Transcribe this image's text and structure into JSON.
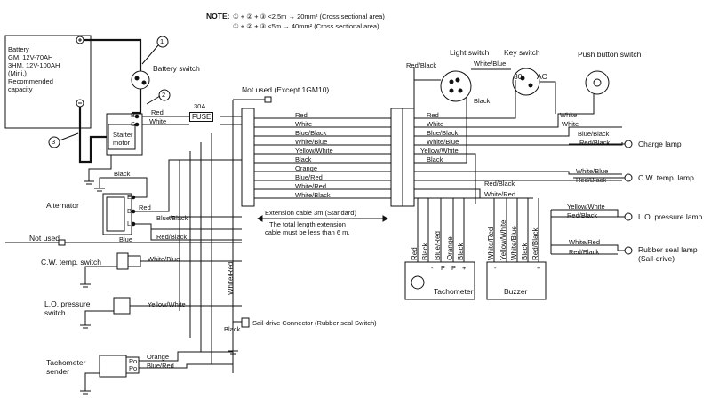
{
  "note": {
    "label": "NOTE:",
    "line1": "① + ② + ③ <2.5m → 20mm²   (Cross sectional area)",
    "line2": "① + ② + ③ <5m → 40mm²   (Cross sectional area)"
  },
  "left": {
    "battery_lines": [
      "Battery",
      "GM, 12V-70AH",
      "3HM, 12V-100AH",
      "(Mini.)",
      "Recommended",
      "capacity"
    ],
    "battery_switch": "Battery switch",
    "circle1": "1",
    "circle2": "2",
    "circle3": "3",
    "starter_lines": [
      "Starter",
      "motor"
    ],
    "starter_b": "B",
    "starter_s": "S",
    "alternator": "Alternator",
    "alt_e": "E",
    "alt_b": "B",
    "alt_l": "L",
    "not_used": "Not used",
    "cw_switch": "C.W. temp. switch",
    "lo_switch_lines": [
      "L.O. pressure",
      "switch"
    ],
    "tach_sender_lines": [
      "Tachometer",
      "sender"
    ],
    "po1": "Po",
    "po2": "Po",
    "fuse_amp": "30A",
    "fuse": "FUSE",
    "not_used_top": "Not used (Except 1GM10)",
    "saildrive": "Sail-drive Connector (Rubber seal Switch)",
    "extension_line1": "Extension cable 3m (Standard)",
    "extension_line2": "The total length extension",
    "extension_line3": "cable must be less than 6 m."
  },
  "wires_left": {
    "red_bs": "Red",
    "white_bs": "White",
    "black_starter": "Black",
    "red_alt": "Red",
    "blue_black_alt": "Blue/Black",
    "red_black_alt": "Red/Black",
    "blue_alt": "Blue",
    "white_blue_cw": "White/Blue",
    "yellow_white_lo": "Yellow/White",
    "orange_tach": "Orange",
    "blue_red_tach": "Blue/Red",
    "white_red_vert": "White/Red",
    "black_sail": "Black"
  },
  "harness": [
    "Red",
    "White",
    "Blue/Black",
    "White/Blue",
    "Yellow/White",
    "Black",
    "Orange",
    "Blue/Red",
    "White/Red",
    "White/Black"
  ],
  "right": {
    "light_switch": "Light switch",
    "key_switch": "Key switch",
    "push_button": "Push button switch",
    "key_30": "30",
    "key_ac": "AC",
    "red_black_top": "Red/Black",
    "white_blue_top": "White/Blue",
    "black_light": "Black",
    "h_red": "Red",
    "h_white": "White",
    "h_blue_black": "Blue/Black",
    "h_white_blue": "White/Blue",
    "h_yellow_white": "Yellow/White",
    "h_black": "Black",
    "h_red_black": "Red/Black",
    "h_white_red": "White/Red",
    "white_push1": "White",
    "white_push2": "White",
    "blue_black_charge": "Blue/Black",
    "red_black_charge": "Red/Black",
    "charge_lamp": "Charge lamp",
    "white_blue_cw": "White/Blue",
    "red_black_cw": "Red/Black",
    "cw_lamp": "C.W. temp. lamp",
    "yellow_white_lo": "Yellow/White",
    "red_black_lo": "Red/Black",
    "lo_lamp": "L.O. pressure lamp",
    "white_red_rs": "White/Red",
    "red_black_rs": "Red/Black",
    "rs_lamp_lines": [
      "Rubber seal lamp",
      "(Sail-drive)"
    ],
    "tachometer": "Tachometer",
    "buzzer": "Buzzer",
    "tach_term_minus": "-",
    "tach_term_p1": "P",
    "tach_term_p2": "P",
    "tach_term_plus": "+",
    "buzz_minus": "-",
    "buzz_plus": "+",
    "vert_wires": [
      "Red",
      "Black",
      "Blue/Red",
      "Orange",
      "Black",
      "White/Red",
      "Yellow/White",
      "White/Blue",
      "Black",
      "Red/Black"
    ]
  }
}
